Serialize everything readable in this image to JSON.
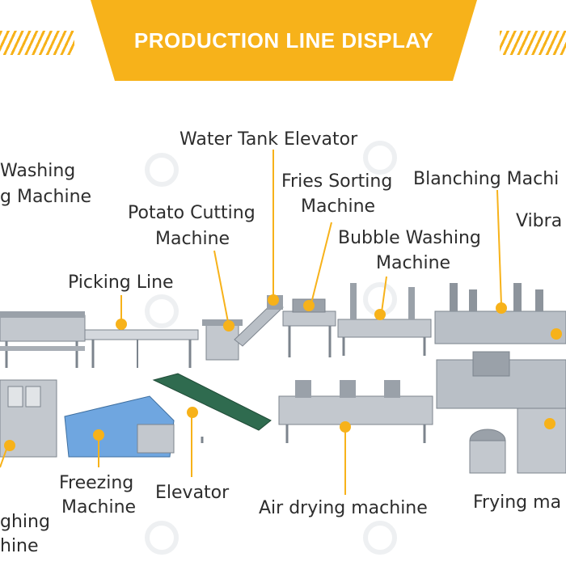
{
  "banner": {
    "title": "PRODUCTION LINE DISPLAY",
    "color": "#f7b21a"
  },
  "labels": {
    "washing_1": "Washing",
    "washing_2": "g Machine",
    "water_tank_elevator": "Water Tank Elevator",
    "fries_sorting_1": "Fries Sorting",
    "fries_sorting_2": "Machine",
    "blanching": "Blanching Machi",
    "vibra": "Vibra",
    "potato_cutting_1": "Potato Cutting",
    "potato_cutting_2": "Machine",
    "bubble_washing_1": "Bubble Washing",
    "bubble_washing_2": "Machine",
    "picking_line": "Picking Line",
    "freezing_1": "Freezing",
    "freezing_2": "Machine",
    "elevator": "Elevator",
    "air_drying": "Air drying machine",
    "frying": "Frying ma",
    "weighing_1": "ghing",
    "weighing_2": "hine"
  },
  "colors": {
    "callout": "#f7b21a",
    "text": "#2d2d2d",
    "steel": "#b9bfc6",
    "steel_dark": "#7c848d",
    "belt": "#2f6b4f",
    "freezer": "#6fa6e0"
  }
}
